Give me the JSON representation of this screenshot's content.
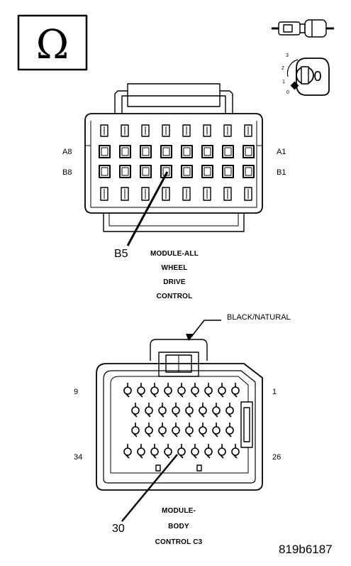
{
  "symbols": {
    "meter_symbol": "Ω",
    "key_position_value": "0",
    "key_scale": [
      "3",
      "2",
      "1",
      "0"
    ]
  },
  "connector_a": {
    "row_labels": {
      "a_left": "A8",
      "a_right": "A1",
      "b_left": "B8",
      "b_right": "B1"
    },
    "callout": "B5",
    "title_lines": [
      "MODULE-ALL",
      "WHEEL",
      "DRIVE",
      "CONTROL"
    ]
  },
  "connector_b": {
    "color_label": "BLACK/NATURAL",
    "pin_labels": {
      "top_left": "9",
      "top_right": "1",
      "bottom_left": "34",
      "bottom_right": "26"
    },
    "callout": "30",
    "title_lines": [
      "MODULE-",
      "BODY",
      "CONTROL C3"
    ]
  },
  "figure_id": "819b6187"
}
